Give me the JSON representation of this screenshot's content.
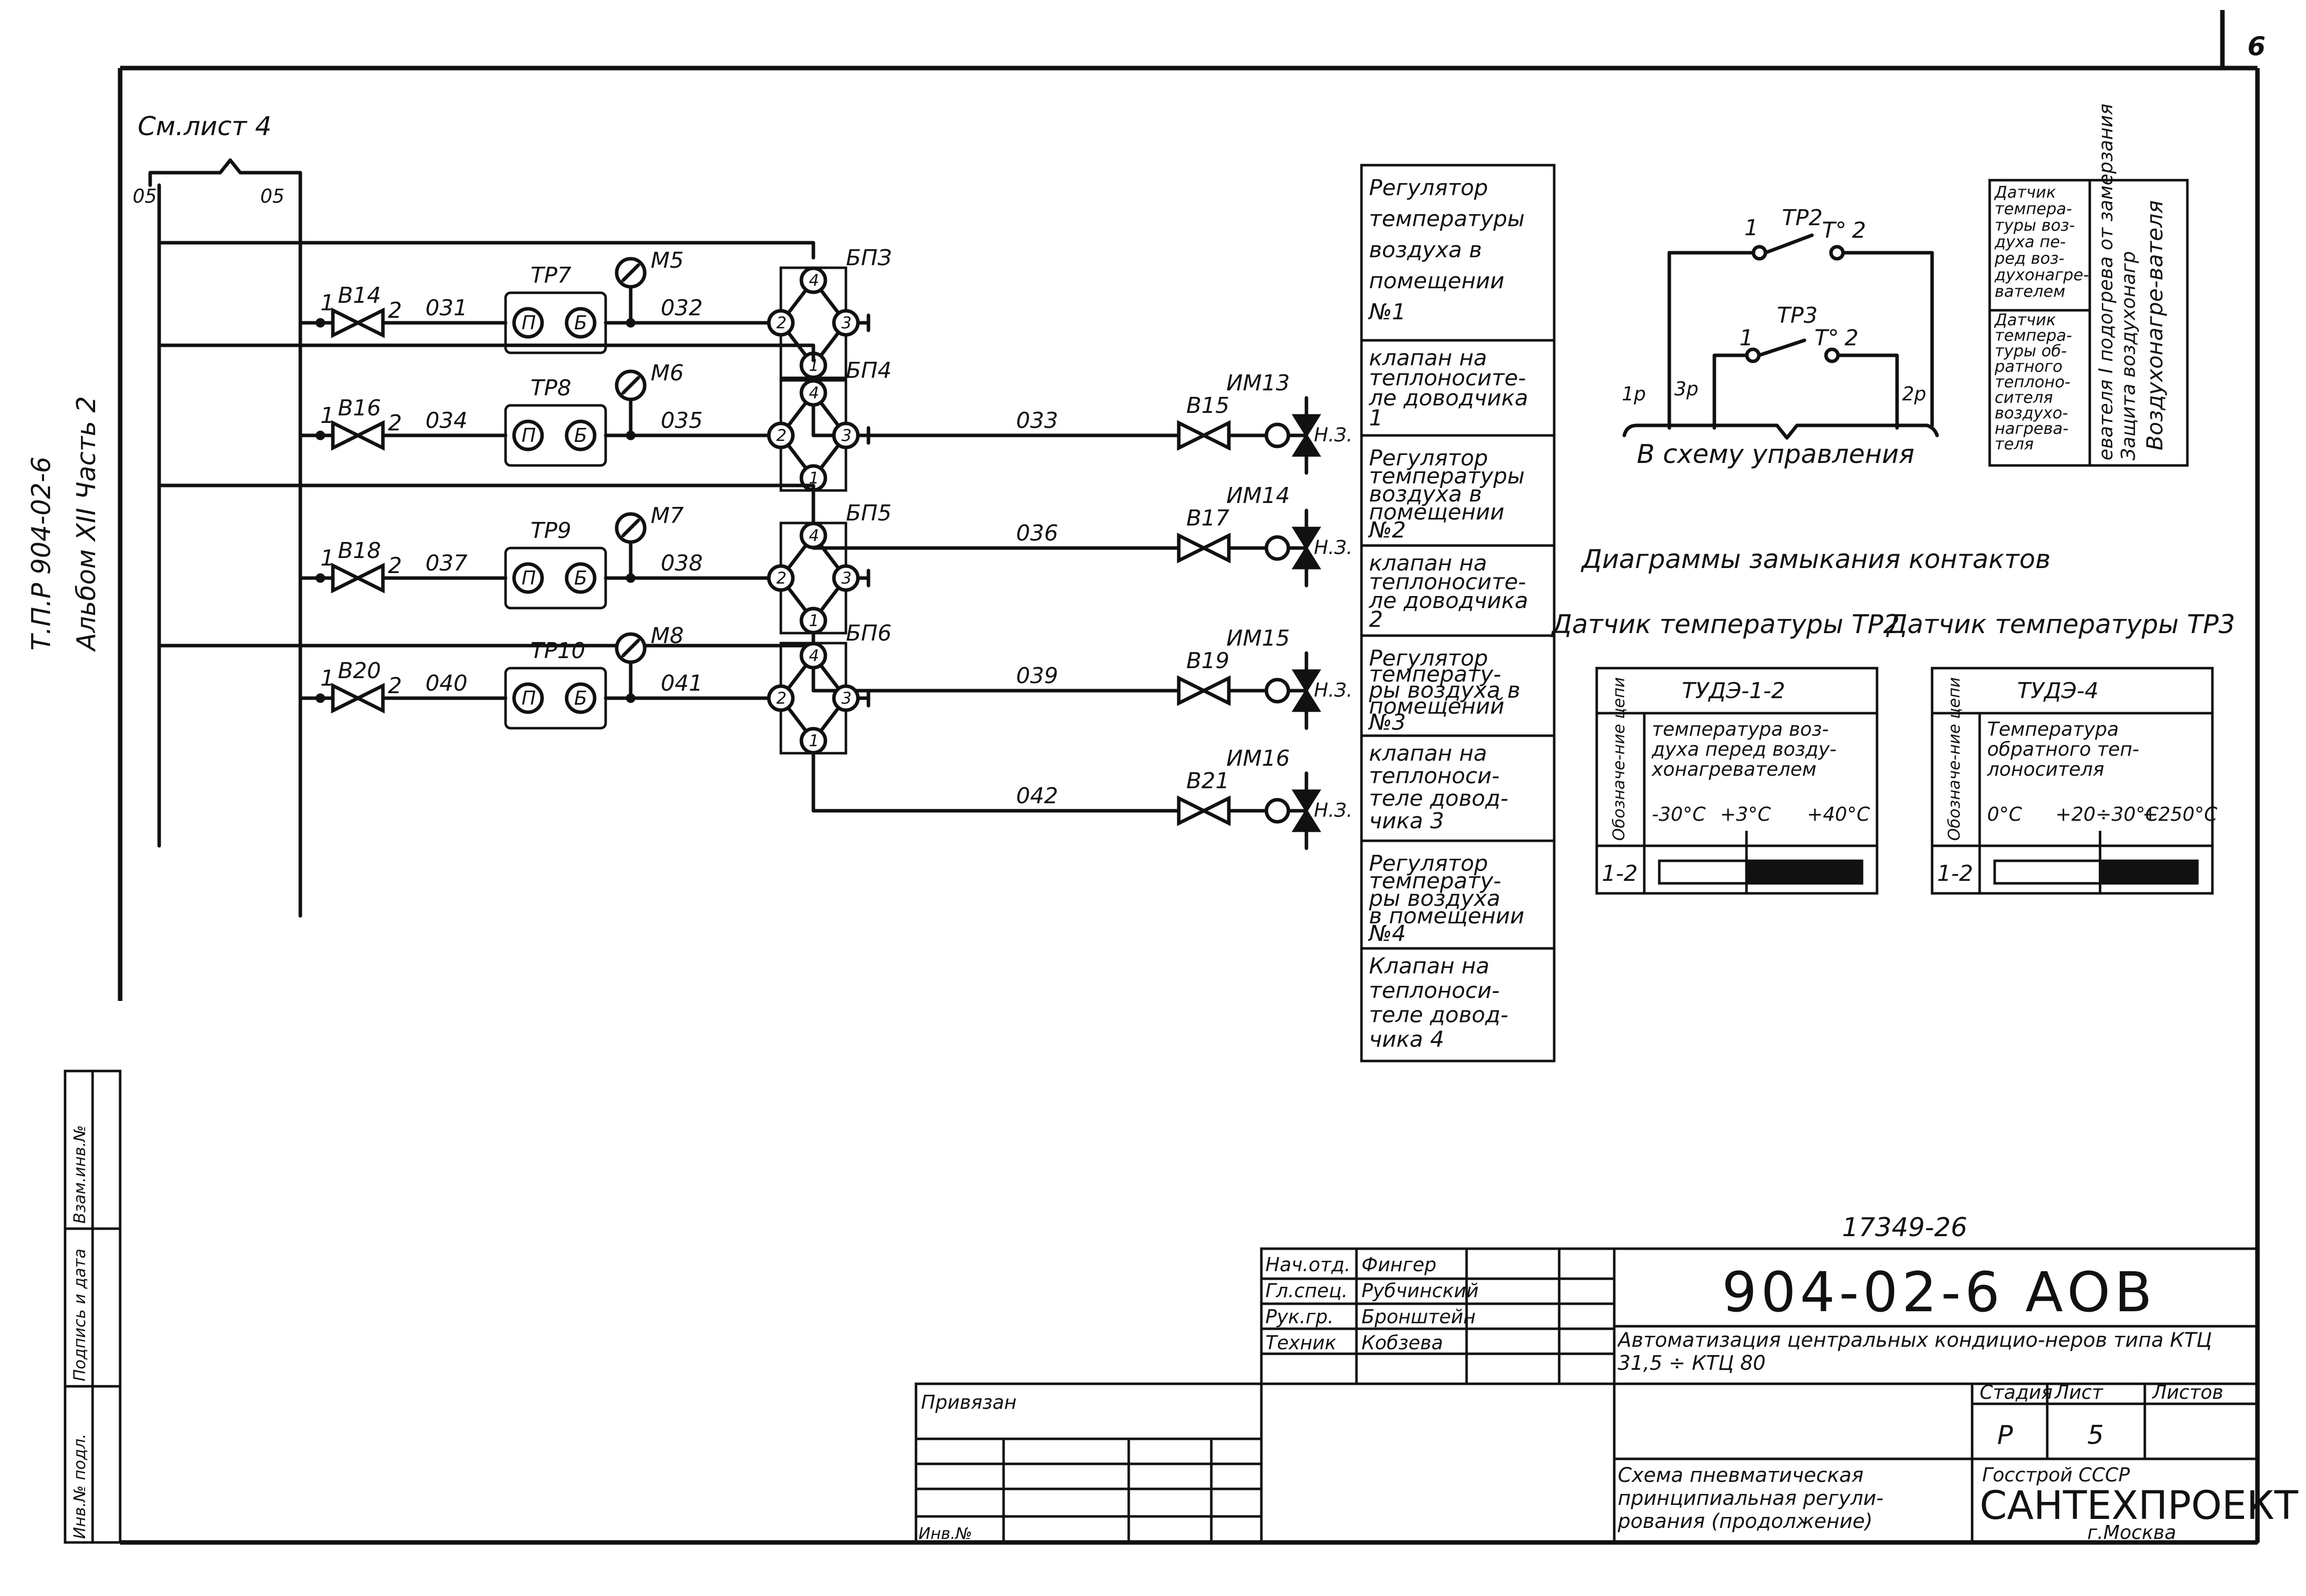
{
  "sheet": {
    "corner_number": "6",
    "project_code_side": "Т.П.Р 904-02-6",
    "album_side": "Альбом XII Часть 2",
    "see_sheet": "См.лист 4",
    "bus_labels": [
      "05",
      "05"
    ]
  },
  "loops": [
    {
      "valve_in": "В14",
      "pipe_in": "031",
      "sensor": "ТР7",
      "gauge": "М5",
      "pipe_mid": "032",
      "block": "БПЗ",
      "pipe_out": "033",
      "valve_out": "В15",
      "actuator": "ИМ13",
      "nz": "Н.З.",
      "regulator_text": [
        "Регулятор",
        "температуры",
        "воздуха в",
        "помещении",
        "№1"
      ],
      "valve_text": [
        "клапан на",
        "теплоносите-",
        "ле доводчика",
        "1"
      ]
    },
    {
      "valve_in": "В16",
      "pipe_in": "034",
      "sensor": "ТР8",
      "gauge": "М6",
      "pipe_mid": "035",
      "block": "БП4",
      "pipe_out": "036",
      "valve_out": "В17",
      "actuator": "ИМ14",
      "nz": "Н.З.",
      "regulator_text": [
        "Регулятор",
        "температуры",
        "воздуха в",
        "помещении",
        "№2"
      ],
      "valve_text": [
        "клапан на",
        "теплоносите-",
        "ле доводчика",
        "2"
      ]
    },
    {
      "valve_in": "В18",
      "pipe_in": "037",
      "sensor": "ТР9",
      "gauge": "М7",
      "pipe_mid": "038",
      "block": "БП5",
      "pipe_out": "039",
      "valve_out": "В19",
      "actuator": "ИМ15",
      "nz": "Н.З.",
      "regulator_text": [
        "Регулятор",
        "температу-",
        "ры воздуха в",
        "помещений",
        "№3"
      ],
      "valve_text": [
        "клапан на",
        "теплоноси-",
        "теле довод-",
        "чика 3"
      ]
    },
    {
      "valve_in": "В20",
      "pipe_in": "040",
      "sensor": "ТР10",
      "gauge": "М8",
      "pipe_mid": "041",
      "block": "БП6",
      "pipe_out": "042",
      "valve_out": "В21",
      "actuator": "ИМ16",
      "nz": "Н.З.",
      "regulator_text": [
        "Регулятор",
        "температу-",
        "ры воздуха",
        "в помещении",
        "№4"
      ],
      "valve_text": [
        "Клапан на",
        "теплоноси-",
        "теле довод-",
        "чика 4"
      ]
    }
  ],
  "port_labels": {
    "p": "П",
    "b": "Б",
    "one": "1",
    "two": "2",
    "three": "3",
    "four": "4"
  },
  "circuit": {
    "tp2": "ТР2",
    "tp3": "ТР3",
    "t_deg": "Т°",
    "contact_1": "1",
    "contact_2": "2",
    "node_1p": "1р",
    "node_3p": "3р",
    "node_2p": "2р",
    "caption": "В схему управления",
    "side_table": [
      {
        "left": [
          "Датчик",
          "темпера-",
          "туры воз-",
          "духа пе-",
          "ред воз-",
          "духонагре-",
          "вателем"
        ],
        "right": "Воздухонагре-вателя"
      },
      {
        "left": [
          "Датчик",
          "темпера-",
          "туры об-",
          "ратного",
          "теплоно-",
          "сителя",
          "воздухо-",
          "нагрева-",
          "теля"
        ],
        "right": "Защита воздухонагревателя I подогрева от замерзания"
      }
    ]
  },
  "diagrams": {
    "title": "Диаграммы замыкания контактов",
    "left": {
      "heading": "Датчик температуры ТР2",
      "device": "ТУДЭ-1-2",
      "row_head": "Обозначе-ние цепи",
      "desc": [
        "температура воз-",
        "духа перед возду-",
        "хонагревателем"
      ],
      "scale": [
        "-30°С",
        "+3°С",
        "+40°С"
      ],
      "circuit": "1-2"
    },
    "right": {
      "heading": "Датчик температуры ТР3",
      "device": "ТУДЭ-4",
      "row_head": "Обозначе-ние цепи",
      "desc": [
        "Температура",
        "обратного теп-",
        "лоносителя"
      ],
      "scale": [
        "0°С",
        "+20÷30°С",
        "+250°С"
      ],
      "circuit": "1-2"
    }
  },
  "title_block": {
    "doc_ref": "17349-26",
    "code": "904-02-6 АОВ",
    "title": "Автоматизация центральных кондицио-неров типа КТЦ 31,5 ÷ КТЦ 80",
    "drawing": "Схема пневматическая принципиальная регули-рования (продолжение)",
    "stage_h": "Стадия",
    "sheet_h": "Лист",
    "sheets_h": "Листов",
    "stage": "Р",
    "sheet": "5",
    "sheets": "",
    "org_top": "Госстрой СССР",
    "org": "САНТЕХПРОЕКТ",
    "city": "г.Москва",
    "roles": [
      {
        "role": "Нач.отд.",
        "name": "Фингер"
      },
      {
        "role": "Гл.спец.",
        "name": "Рубчинский"
      },
      {
        "role": "Рук.гр.",
        "name": "Бронштейн"
      },
      {
        "role": "Техник",
        "name": "Кобзева"
      }
    ],
    "attached": "Привязан",
    "inv_no": "Инв.№",
    "side_stamp": [
      "Инв.№ подл.",
      "Подпись и дата",
      "Взам.инв.№"
    ]
  }
}
